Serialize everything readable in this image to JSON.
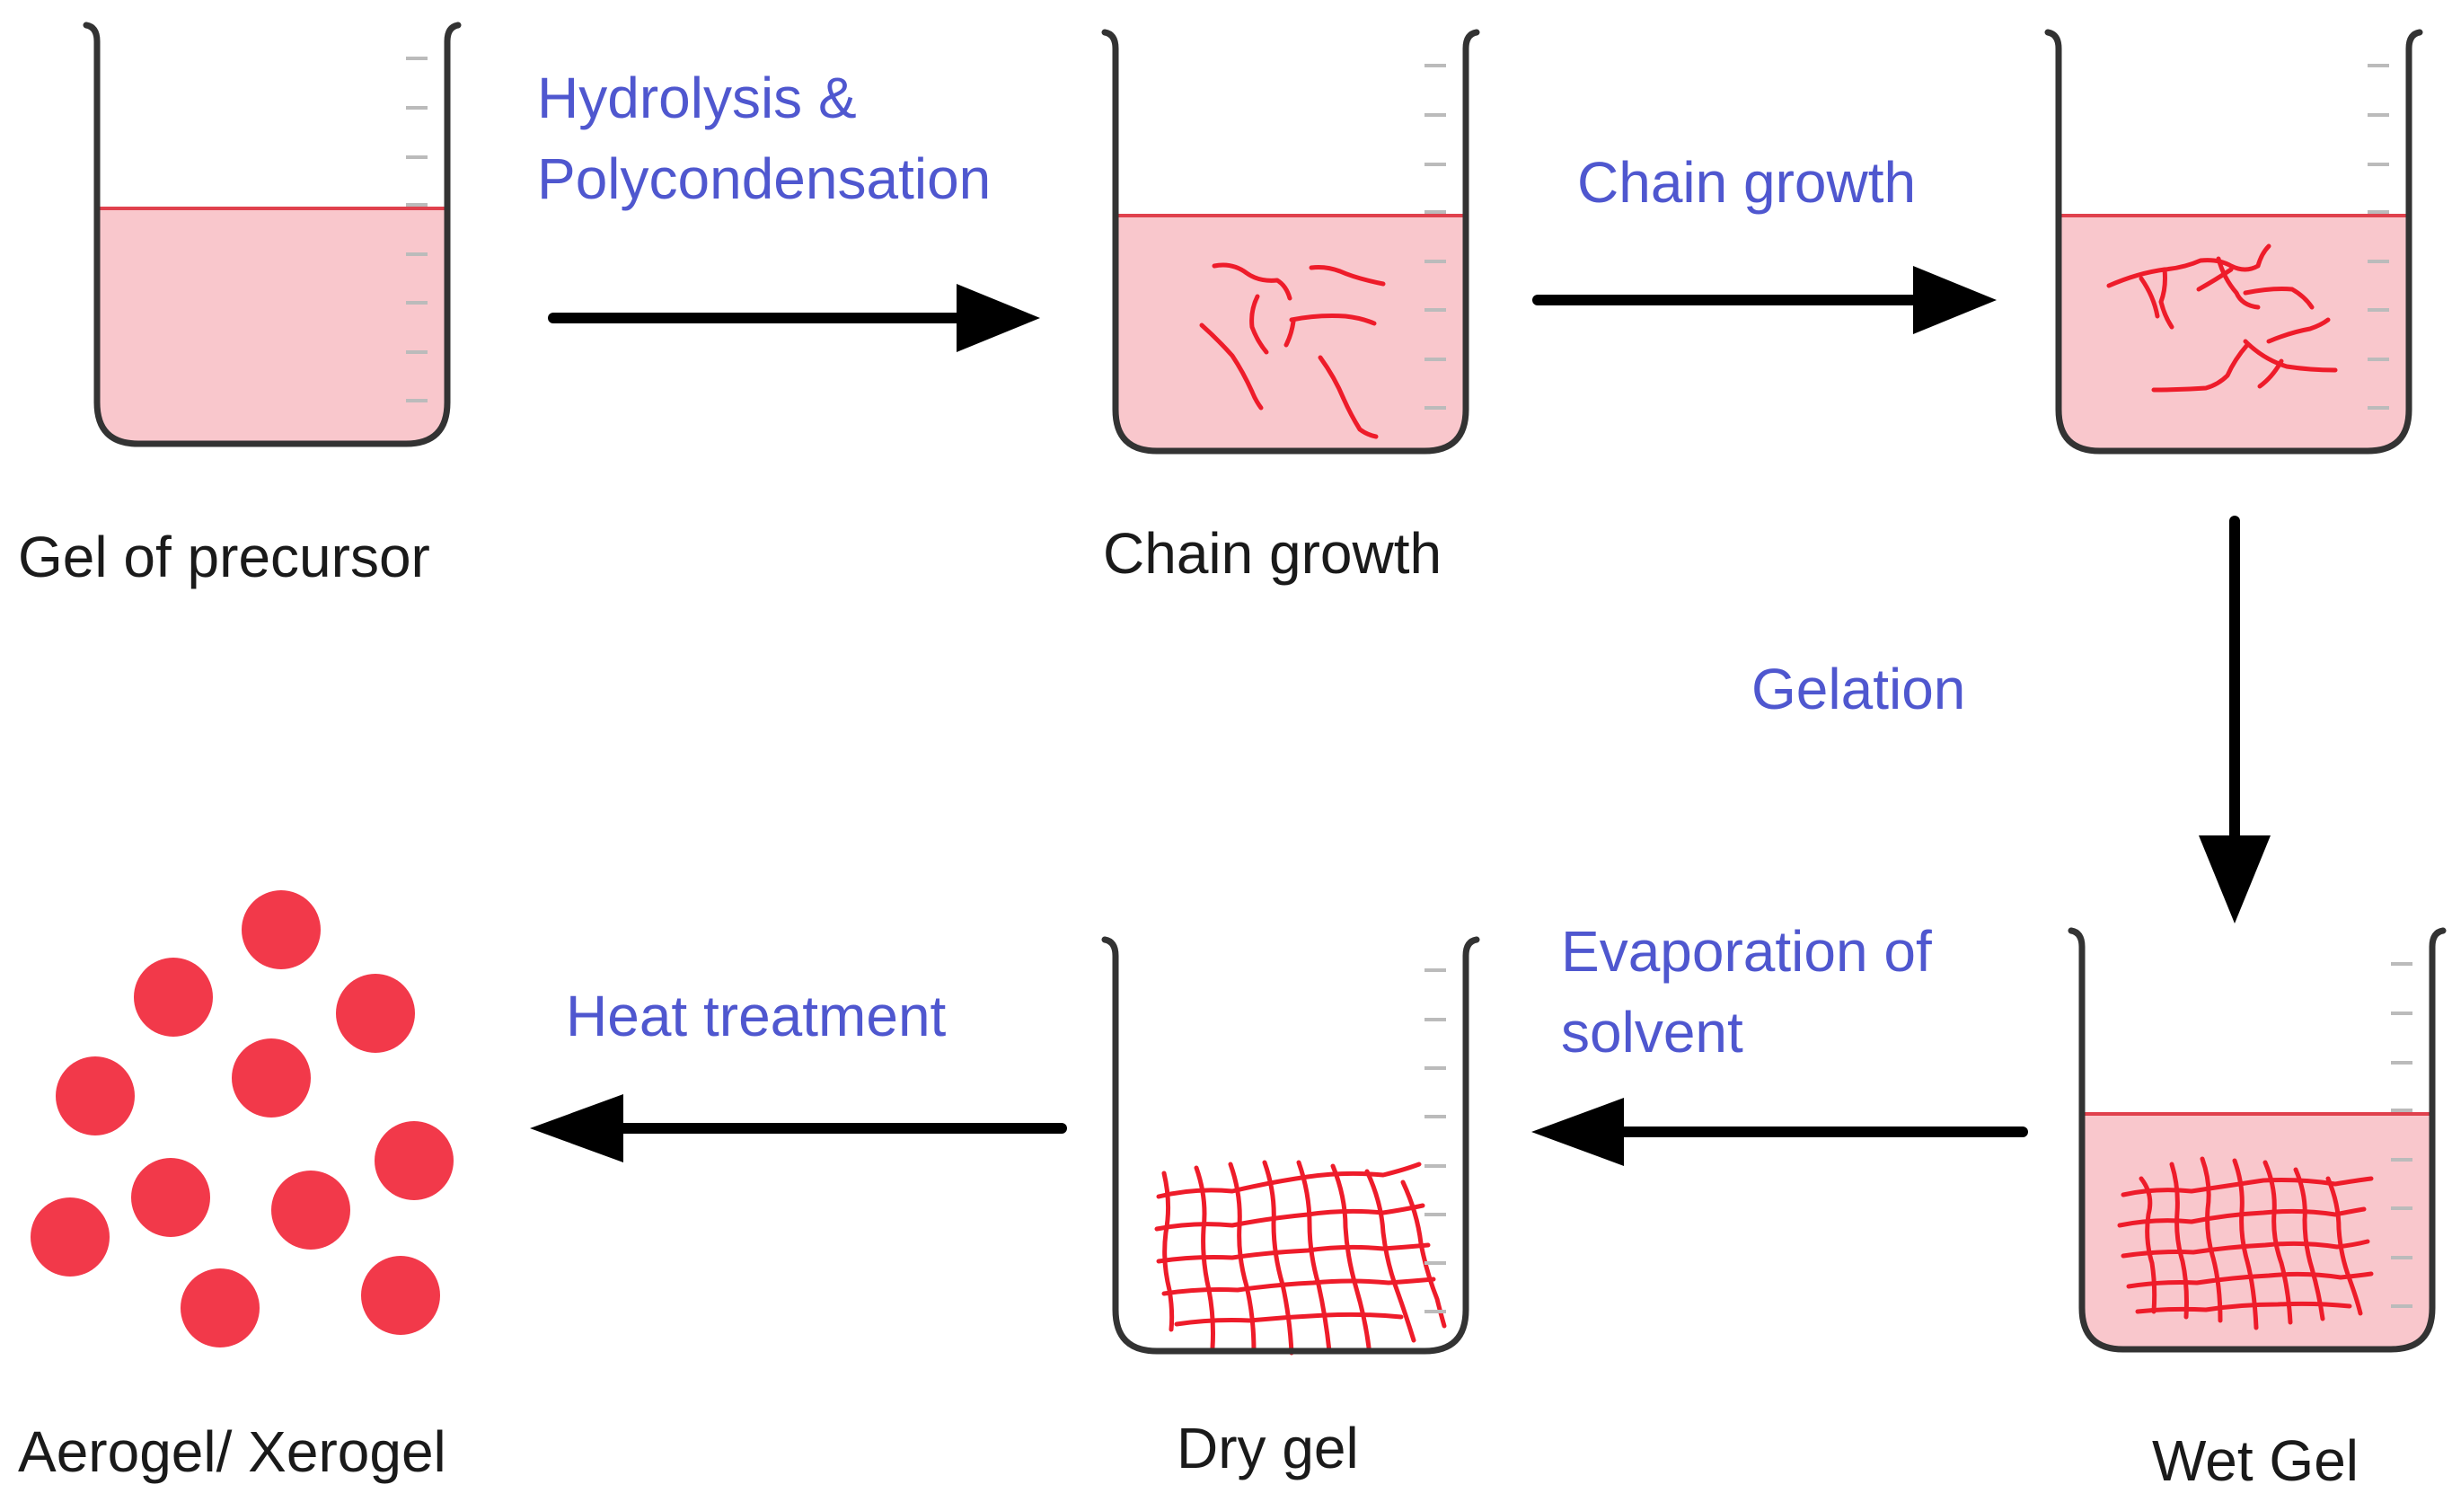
{
  "stages": [
    {
      "id": "precursor",
      "caption": "Gel of precursor"
    },
    {
      "id": "chain",
      "caption": "Chain growth"
    },
    {
      "id": "wet",
      "caption": "Wet Gel"
    },
    {
      "id": "dry",
      "caption": "Dry gel"
    },
    {
      "id": "aerogel",
      "caption": "Aerogel/ Xerogel"
    }
  ],
  "steps": {
    "hydrolysis": {
      "line1": "Hydrolysis &",
      "line2": "Polycondensation"
    },
    "chain_growth": {
      "line1": "Chain growth"
    },
    "gelation": {
      "line1": "Gelation"
    },
    "evaporation": {
      "line1": "Evaporation of",
      "line2": "solvent"
    },
    "heat": {
      "line1": "Heat treatment"
    }
  },
  "colors": {
    "liquid": "#f9c7cc",
    "liquid_line": "#e0414d",
    "network": "#ee1c2a",
    "particle": "#f2394a",
    "step_text": "#4f57cf",
    "arrow": "#000000",
    "beaker": "#333333",
    "ticks": "#bbbbbb"
  },
  "icons": {
    "beaker": "beaker-icon",
    "arrow": "arrow-icon",
    "particle": "particle-icon"
  }
}
